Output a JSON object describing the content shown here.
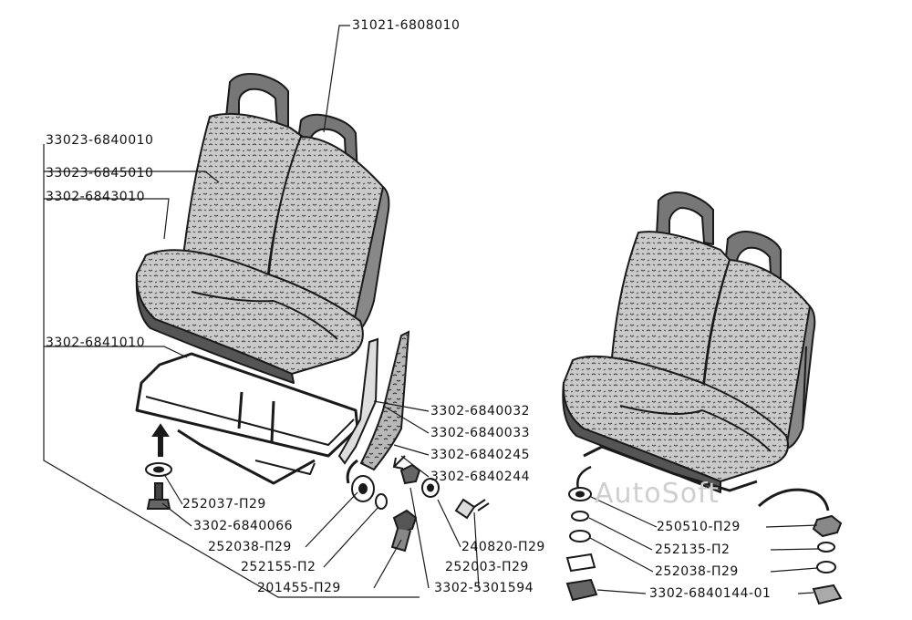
{
  "labels": {
    "seat_assembly": "31021-6808010",
    "seat_frame_assembly": "33023-6840010",
    "backrest": "33023-6845010",
    "cushion": "3302-6843010",
    "frame": "3302-6841010",
    "bracket_1": "3302-6840032",
    "bracket_2": "3302-6840033",
    "bracket_3": "3302-6840245",
    "bracket_4": "3302-6840244",
    "washer_left": "252037-П29",
    "bolt_left": "3302-6840066",
    "washer_2": "252038-П29",
    "spring_washer": "252155-П2",
    "bolt_2": "201455-П29",
    "screw": "240820-П29",
    "washer_3": "252003-П29",
    "clip": "3302-5301594",
    "nut": "250510-П29",
    "spring_washer_r": "252135-П2",
    "washer_r": "252038-П29",
    "plate": "3302-6840144-01"
  },
  "watermark": "AutoSoft",
  "colors": {
    "ink": "#1a1a1a",
    "paper": "#ffffff",
    "shade": "#6e6e6e"
  }
}
